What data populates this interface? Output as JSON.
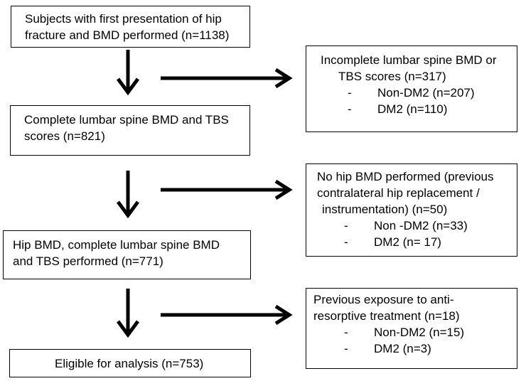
{
  "main_flow": [
    {
      "id": "box1",
      "lines": [
        "Subjects with first presentation of hip",
        "fracture and BMD performed (n=1138)"
      ]
    },
    {
      "id": "box2",
      "lines": [
        "Complete lumbar spine BMD and TBS",
        "scores (n=821)"
      ]
    },
    {
      "id": "box3",
      "lines": [
        "Hip BMD, complete lumbar spine BMD",
        "and TBS performed (n=771)"
      ]
    },
    {
      "id": "box4",
      "lines": [
        "Eligible for analysis (n=753)"
      ]
    }
  ],
  "exclusions": [
    {
      "id": "excl1",
      "lines": [
        "Incomplete lumbar spine BMD or",
        "TBS scores (n=317)"
      ],
      "items": [
        {
          "dash": "-",
          "text": "Non-DM2 (n=207)"
        },
        {
          "dash": "-",
          "text": "DM2 (n=110)"
        }
      ]
    },
    {
      "id": "excl2",
      "lines": [
        "No hip BMD performed (previous",
        "contralateral hip replacement /",
        "instrumentation)  (n=50)"
      ],
      "items": [
        {
          "dash": "-",
          "text": "Non -DM2 (n=33)"
        },
        {
          "dash": "-",
          "text": "DM2 (n= 17)"
        }
      ]
    },
    {
      "id": "excl3",
      "lines": [
        "Previous exposure to anti-",
        "resorptive treatment (n=18)"
      ],
      "items": [
        {
          "dash": "-",
          "text": "Non-DM2 (n=15)"
        },
        {
          "dash": "-",
          "text": "DM2 (n=3)"
        }
      ]
    }
  ],
  "colors": {
    "border": "#000000",
    "text": "#000000",
    "arrow": "#000000",
    "background": "#ffffff"
  }
}
